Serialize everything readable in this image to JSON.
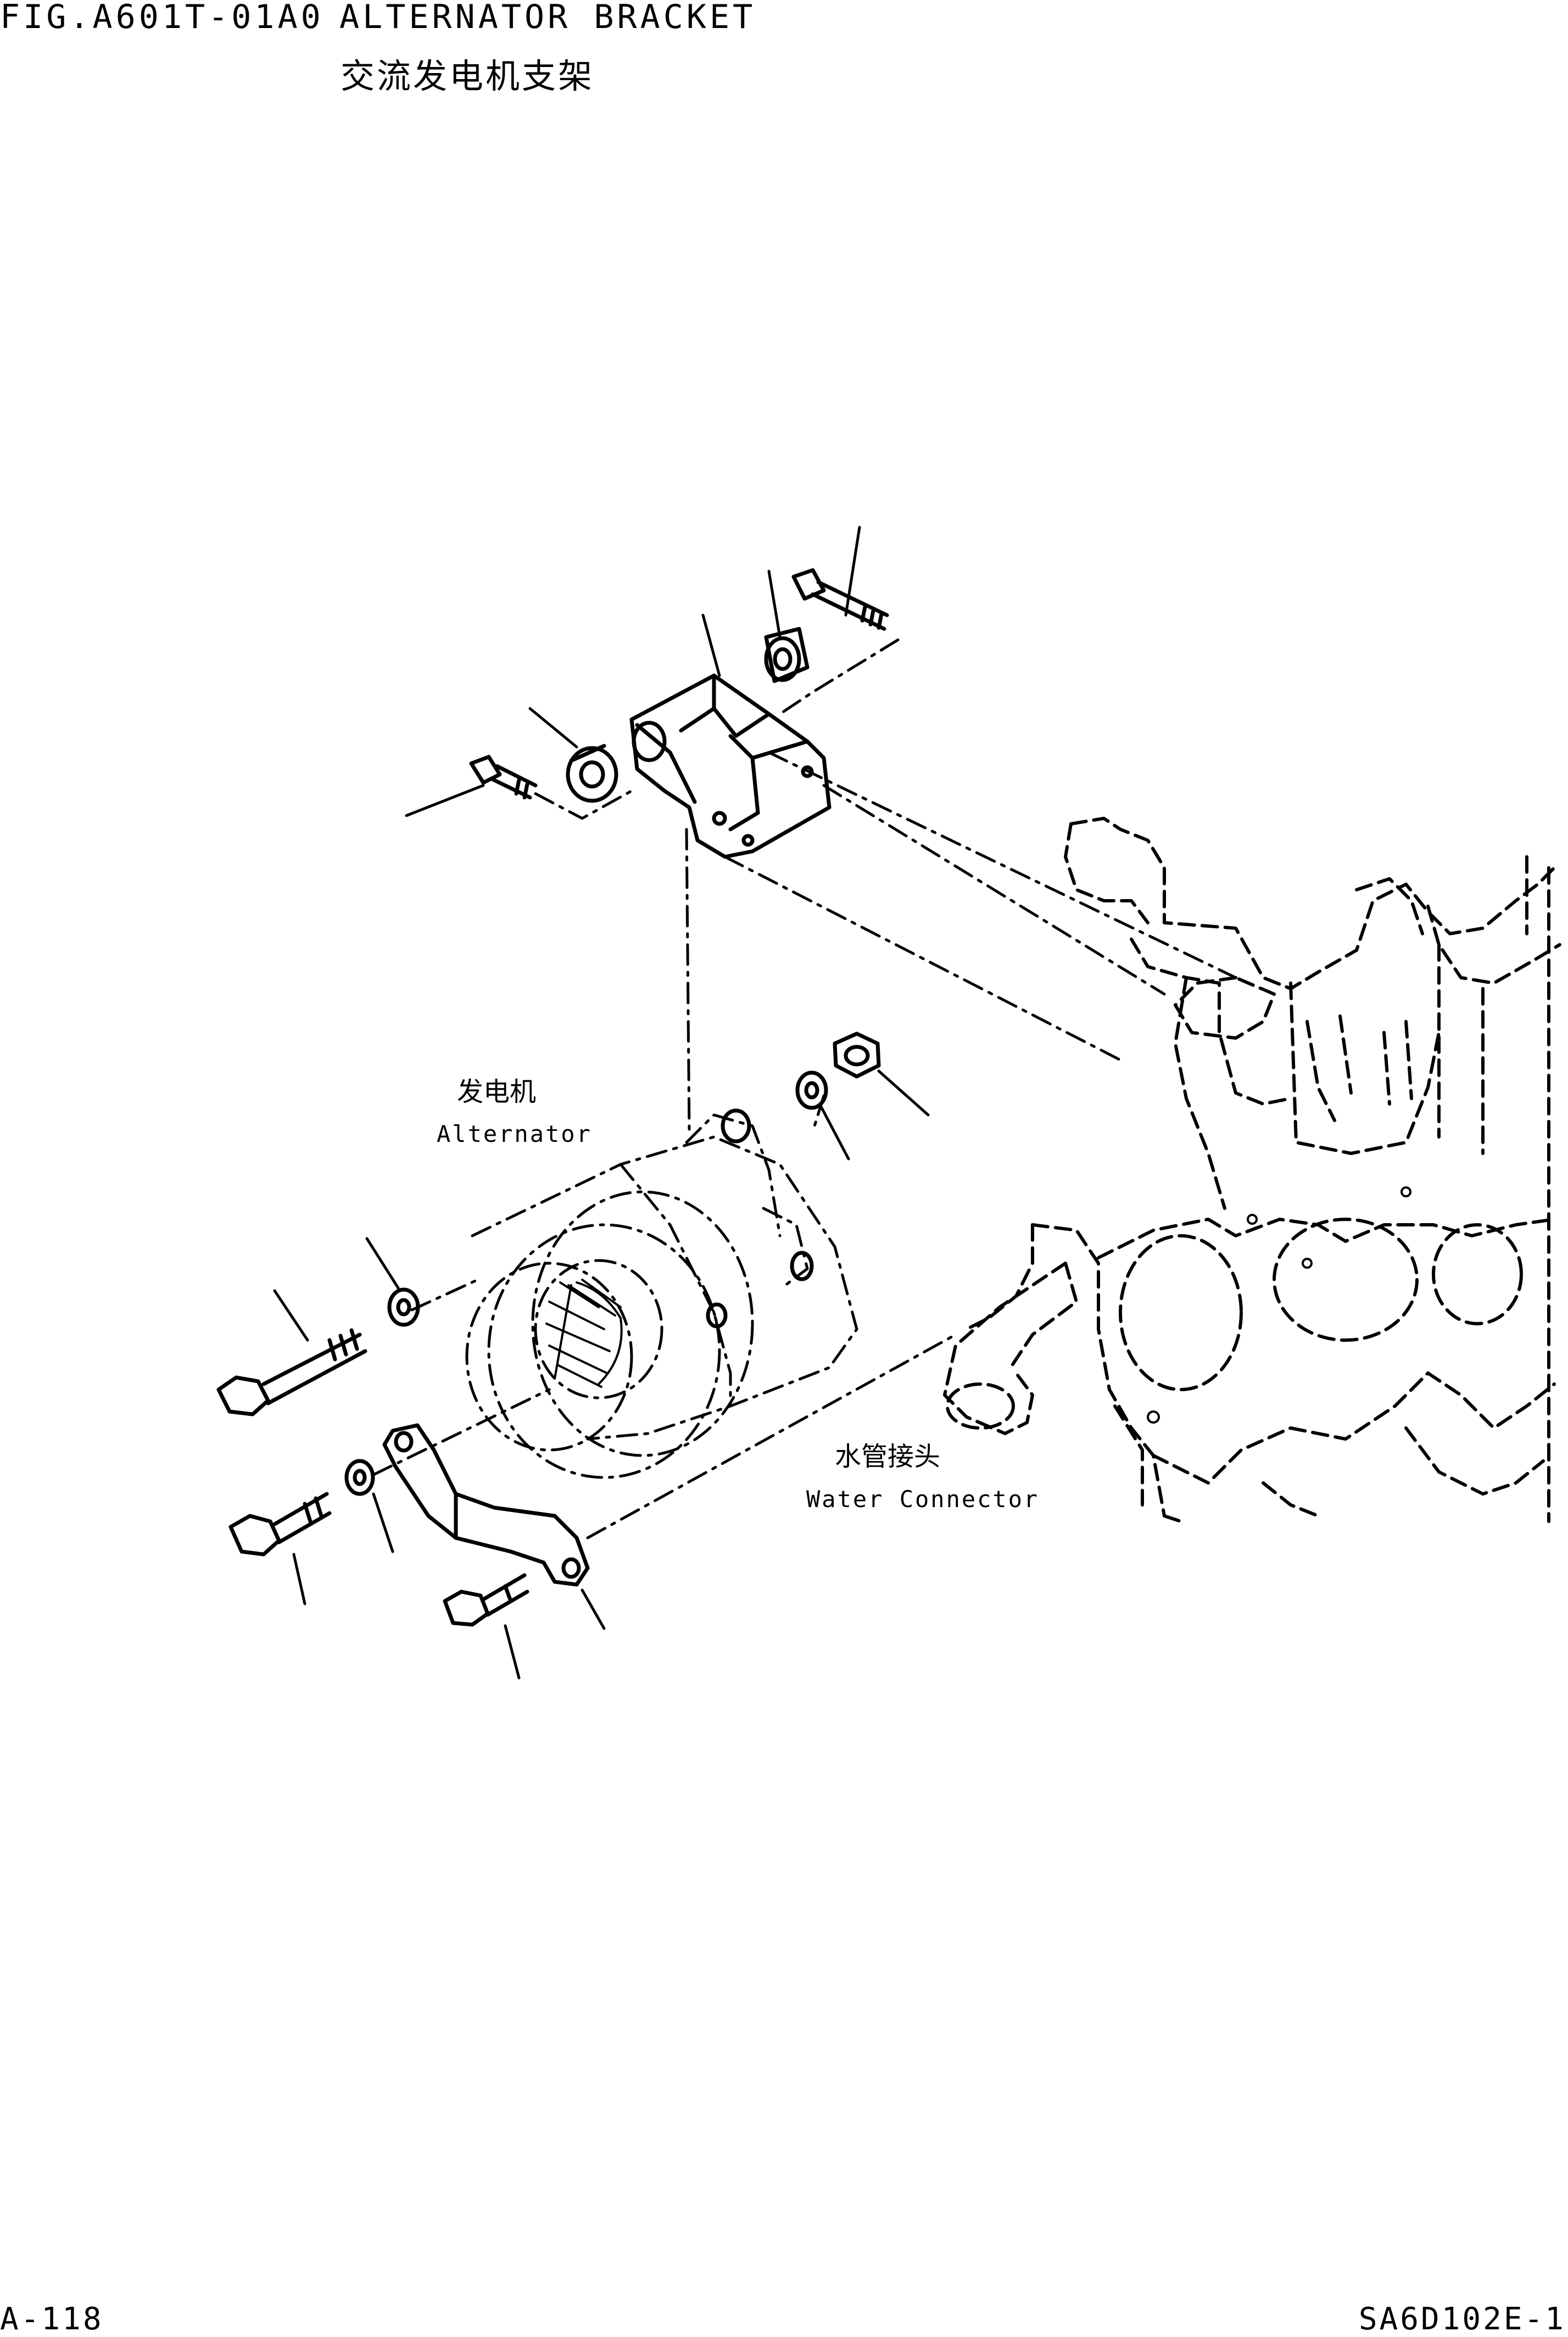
{
  "header": {
    "fig_code": "FIG.A601T-01A0",
    "title_en": "ALTERNATOR BRACKET",
    "title_zh": "交流发电机支架"
  },
  "labels": {
    "alternator_zh": "发电机",
    "alternator_en": "Alternator",
    "water_connector_zh": "水管接头",
    "water_connector_en": "Water Connector"
  },
  "footer": {
    "page_number": "A-118",
    "model_code": "SA6D102E-1"
  }
}
